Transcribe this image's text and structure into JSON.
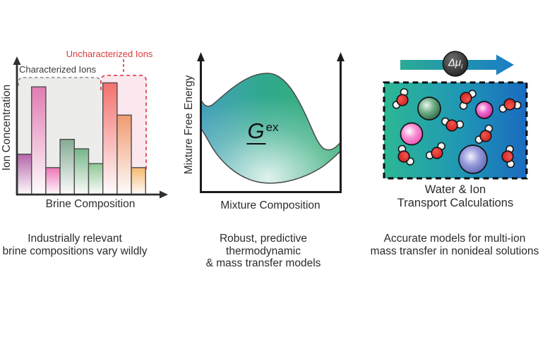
{
  "accent_colors": {
    "red_label": "#d93a3c",
    "arrow_teal": "#27a79a",
    "arrow_blue": "#1b7ec6",
    "characterized_fill": "#ececea",
    "uncharacterized_fill": "#fbe8ef"
  },
  "left_panel": {
    "y_axis_label": "Ion Concentration",
    "x_axis_label": "Brine Composition",
    "characterized_label": "Characterized Ions",
    "uncharacterized_label": "Uncharacterized Ions",
    "caption_line1": "Industrially relevant",
    "caption_line2": "brine compositions vary wildly"
  },
  "middle_panel": {
    "y_axis_label": "Mixture Free Energy",
    "x_axis_label": "Mixture Composition",
    "annotation_main": "G",
    "annotation_sup": "ex",
    "caption_line1": "Robust, predictive thermodynamic",
    "caption_line2": "& mass transfer models"
  },
  "right_panel": {
    "arrow_label_main": "Δμ",
    "arrow_label_sub": "i",
    "title_line1": "Water & Ion",
    "title_line2": "Transport Calculations",
    "caption_line1": "Accurate models for multi-ion",
    "caption_line2": "mass transfer in nonideal solutions"
  },
  "chart_data": [
    {
      "type": "bar",
      "xlabel": "Brine Composition",
      "ylabel": "Ion Concentration",
      "values": [
        0.3,
        0.8,
        0.2,
        0.41,
        0.34,
        0.23,
        0.83,
        0.59,
        0.2
      ],
      "bar_colors": [
        "#b566a9",
        "#e07cb1",
        "#ee74b6",
        "#84ab93",
        "#74b787",
        "#8dc794",
        "#f3716d",
        "#f09a70",
        "#f6b96d"
      ],
      "groups": [
        {
          "label": "Characterized Ions",
          "bar_indices": [
            0,
            1,
            2,
            3,
            4,
            5
          ]
        },
        {
          "label": "Uncharacterized Ions",
          "bar_indices": [
            6,
            7,
            8
          ]
        }
      ],
      "ylim": [
        0,
        1
      ],
      "grid": false,
      "axis_ticks": "none (schematic)"
    },
    {
      "type": "area",
      "xlabel": "Mixture Composition",
      "ylabel": "Mixture Free Energy",
      "annotation": "G̲ ex (excess Gibbs free energy)",
      "description": "Shaded teal-to-green region between a non-ideal free-energy curve (hump with two minima) and a convex lower curve",
      "axis_ticks": "none (schematic)"
    }
  ]
}
